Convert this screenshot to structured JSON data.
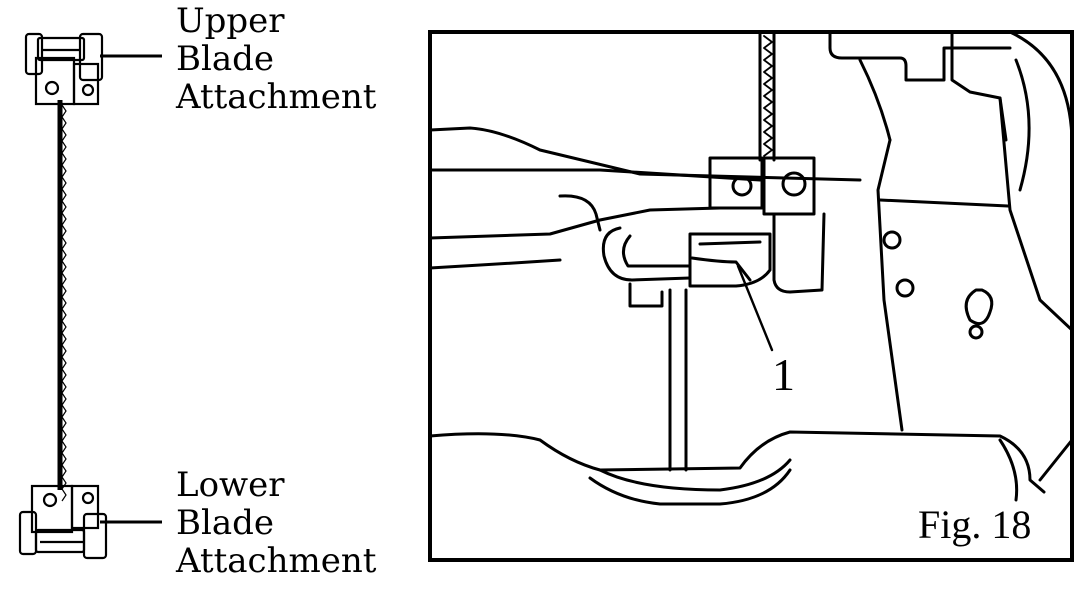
{
  "labels": {
    "upper": [
      "Upper",
      "Blade",
      "Attachment"
    ],
    "lower": [
      "Lower",
      "Blade",
      "Attachment"
    ]
  },
  "callout_number": "1",
  "figure_caption": "Fig. 18"
}
